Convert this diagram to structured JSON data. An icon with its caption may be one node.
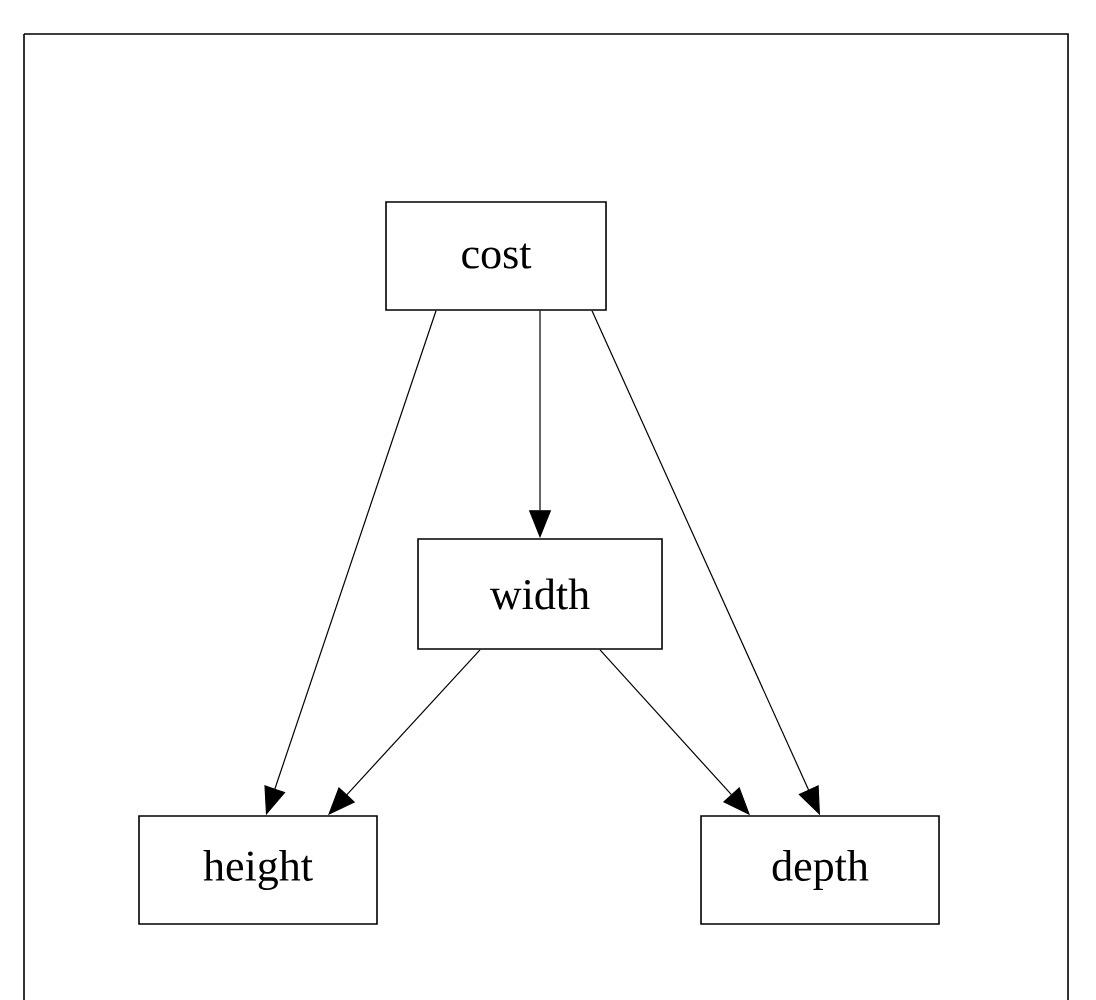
{
  "diagram": {
    "nodes": [
      {
        "text": [
          "cost"
        ]
      },
      {
        "text": [
          "width"
        ]
      },
      {
        "text": [
          "height"
        ]
      },
      {
        "text": [
          "depth"
        ]
      }
    ],
    "edges": [
      {
        "from": 0,
        "to": 1,
        "arrow": "to"
      },
      {
        "from": 0,
        "to": 2,
        "arrow": "to"
      },
      {
        "from": 0,
        "to": 3,
        "arrow": "to"
      },
      {
        "from": 1,
        "to": 2,
        "arrow": "to"
      },
      {
        "from": 1,
        "to": 3,
        "arrow": "to"
      }
    ]
  }
}
